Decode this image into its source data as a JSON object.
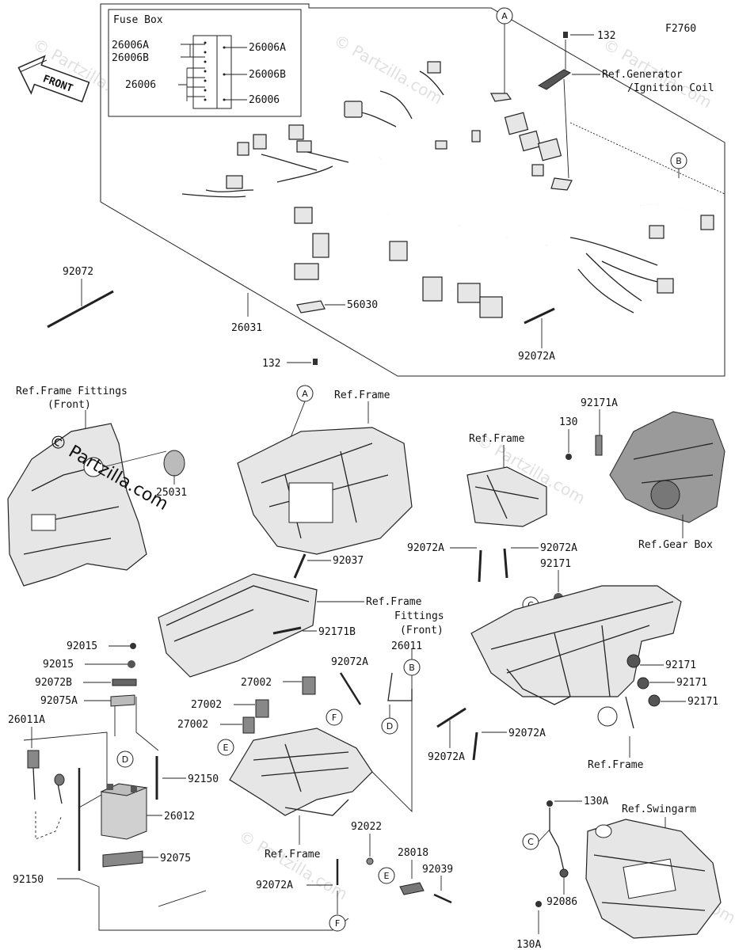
{
  "figure_code": "F2760",
  "front_label": "FRONT",
  "watermark": "© Partzilla.com",
  "fuse_box": {
    "title": "Fuse Box",
    "left_labels": [
      "26006A",
      "26006B",
      "26006"
    ],
    "right_labels": [
      "26006A",
      "26006B",
      "26006"
    ]
  },
  "callouts": {
    "A": "A",
    "B": "B",
    "C": "C",
    "D": "D",
    "E": "E",
    "F": "F"
  },
  "parts": {
    "p132_top": "132",
    "ref_generator": "Ref.Generator",
    "ref_ignition": "/Ignition Coil",
    "p92072": "92072",
    "p26031": "26031",
    "p56030": "56030",
    "p92072A_top": "92072A",
    "p132_mid": "132",
    "ref_frame_fittings_front_1": "Ref.Frame Fittings",
    "ref_frame_fittings_front_1b": "(Front)",
    "ref_frame_a": "Ref.Frame",
    "p25031": "25031",
    "p92037": "92037",
    "ref_frame_fittings_front_2a": "Ref.Frame",
    "ref_frame_fittings_front_2b": "Fittings",
    "ref_frame_fittings_front_2c": "(Front)",
    "p92171B": "92171B",
    "ref_frame_b": "Ref.Frame",
    "p92072A_b1": "92072A",
    "p92072A_b2": "92072A",
    "p130": "130",
    "p92171A": "92171A",
    "ref_gear_box": "Ref.Gear Box",
    "p92171_a": "92171",
    "p92171_b": "92171",
    "p92171_c": "92171",
    "p92171_d": "92171",
    "p92072A_c1": "92072A",
    "p92072A_c2": "92072A",
    "ref_frame_c": "Ref.Frame",
    "p92015_a": "92015",
    "p92015_b": "92015",
    "p92072B": "92072B",
    "p92075A": "92075A",
    "p26011A": "26011A",
    "p92150_a": "92150",
    "p26012": "26012",
    "p92075": "92075",
    "p92150_b": "92150",
    "p27002_a": "27002",
    "p27002_b": "27002",
    "p27002_c": "27002",
    "p92072A_d": "92072A",
    "p26011": "26011",
    "ref_frame_d": "Ref.Frame",
    "p92022": "92022",
    "p28018": "28018",
    "p92039": "92039",
    "p92072A_e": "92072A",
    "p130A_a": "130A",
    "ref_swingarm": "Ref.Swingarm",
    "p92086": "92086",
    "p130A_b": "130A"
  }
}
